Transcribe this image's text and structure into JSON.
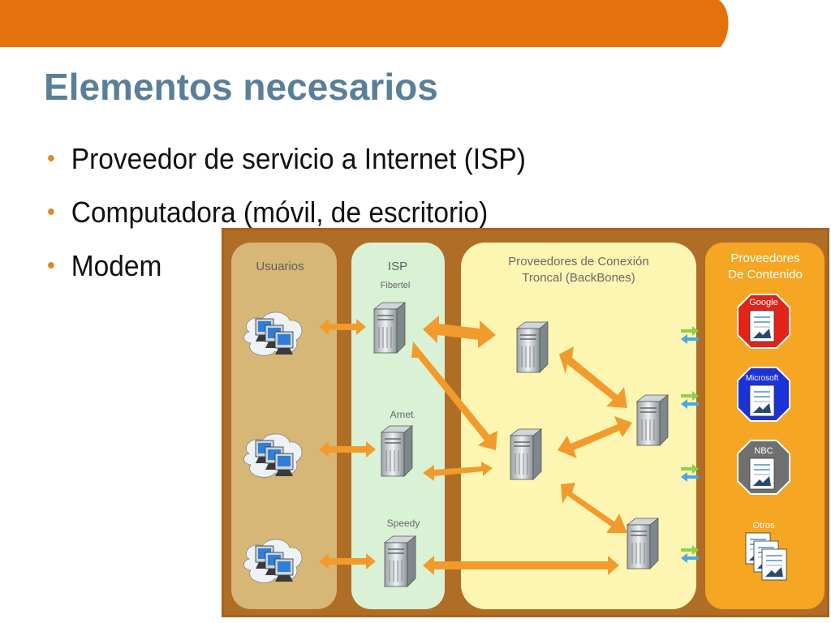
{
  "slide": {
    "title": "Elementos necesarios",
    "bullets": [
      "Proveedor de servicio a Internet (ISP)",
      "Computadora (móvil, de escritorio)",
      "Modem"
    ]
  },
  "diagram": {
    "users_label": "Usuarios",
    "isp_label": "ISP",
    "isps": [
      "Fibertel",
      "Arnet",
      "Speedy"
    ],
    "backbone_label_line1": "Proveedores de Conexión",
    "backbone_label_line2": "Troncal (BackBones)",
    "content_label_line1": "Proveedores",
    "content_label_line2": "De Contenido",
    "content_providers": [
      "Google",
      "Microsoft",
      "NBC",
      "Otros"
    ]
  },
  "colors": {
    "top_bar": "#e3720e",
    "title": "#5a7f99",
    "bullet_dot": "#e1862a",
    "diagram_bg": "#a8621c",
    "users_panel": "#d6b776",
    "isp_panel": "#d9f2d6",
    "backbone_panel": "#fdf6b2",
    "content_panel": "#f5a623",
    "arrow_orange": "#f29b2d",
    "google": "#e2231a",
    "microsoft": "#1a32d6",
    "nbc": "#707070"
  }
}
